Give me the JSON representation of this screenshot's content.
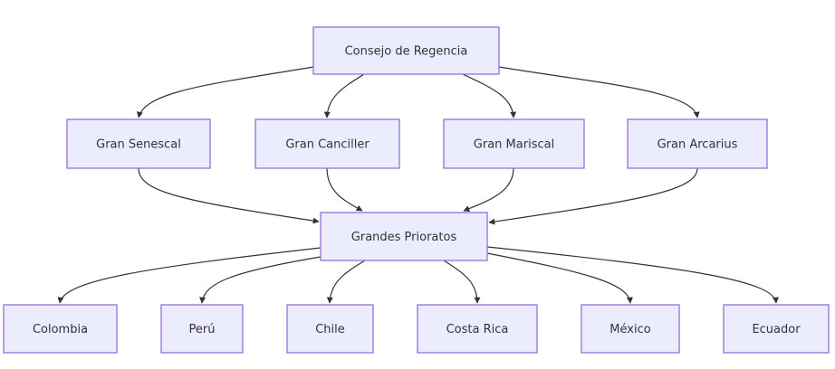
{
  "diagram": {
    "type": "flowchart",
    "direction": "top-down",
    "colors": {
      "node_fill": "#ECECFF",
      "node_border": "#9370DB",
      "text": "#333333",
      "edge": "#333333",
      "background": "#FFFFFF"
    },
    "nodes": [
      {
        "id": "regencia",
        "label": "Consejo de Regencia"
      },
      {
        "id": "senescal",
        "label": "Gran Senescal"
      },
      {
        "id": "canciller",
        "label": "Gran Canciller"
      },
      {
        "id": "mariscal",
        "label": "Gran Mariscal"
      },
      {
        "id": "arcarius",
        "label": "Gran Arcarius"
      },
      {
        "id": "prioratos",
        "label": "Grandes Prioratos"
      },
      {
        "id": "colombia",
        "label": "Colombia"
      },
      {
        "id": "peru",
        "label": "Perú"
      },
      {
        "id": "chile",
        "label": "Chile"
      },
      {
        "id": "costarica",
        "label": "Costa Rica"
      },
      {
        "id": "mexico",
        "label": "México"
      },
      {
        "id": "ecuador",
        "label": "Ecuador"
      }
    ],
    "edges": [
      {
        "from": "regencia",
        "to": "senescal"
      },
      {
        "from": "regencia",
        "to": "canciller"
      },
      {
        "from": "regencia",
        "to": "mariscal"
      },
      {
        "from": "regencia",
        "to": "arcarius"
      },
      {
        "from": "senescal",
        "to": "prioratos"
      },
      {
        "from": "canciller",
        "to": "prioratos"
      },
      {
        "from": "mariscal",
        "to": "prioratos"
      },
      {
        "from": "arcarius",
        "to": "prioratos"
      },
      {
        "from": "prioratos",
        "to": "colombia"
      },
      {
        "from": "prioratos",
        "to": "peru"
      },
      {
        "from": "prioratos",
        "to": "chile"
      },
      {
        "from": "prioratos",
        "to": "costarica"
      },
      {
        "from": "prioratos",
        "to": "mexico"
      },
      {
        "from": "prioratos",
        "to": "ecuador"
      }
    ]
  }
}
